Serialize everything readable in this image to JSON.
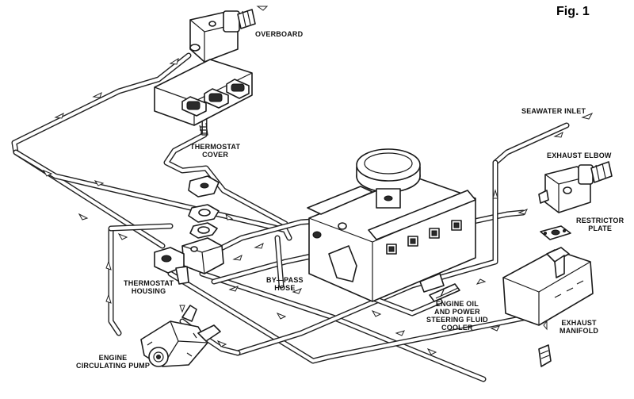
{
  "figure": {
    "title": "Fig. 1"
  },
  "labels": {
    "overboard": "OVERBOARD",
    "thermostat_cover_1": "THERMOSTAT",
    "thermostat_cover_2": "COVER",
    "seawater_inlet": "SEAWATER INLET",
    "exhaust_elbow": "EXHAUST ELBOW",
    "restrictor_plate_1": "RESTRICTOR",
    "restrictor_plate_2": "PLATE",
    "thermostat_housing_1": "THERMOSTAT",
    "thermostat_housing_2": "HOUSING",
    "bypass_hose_1": "BY—PASS",
    "bypass_hose_2": "HOSE",
    "cooler_1": "ENGINE OIL",
    "cooler_2": "AND POWER",
    "cooler_3": "STEERING FLUID",
    "cooler_4": "COOLER",
    "exhaust_manifold_1": "EXHAUST",
    "exhaust_manifold_2": "MANIFOLD",
    "pump_1": "ENGINE",
    "pump_2": "CIRCULATING PUMP"
  }
}
